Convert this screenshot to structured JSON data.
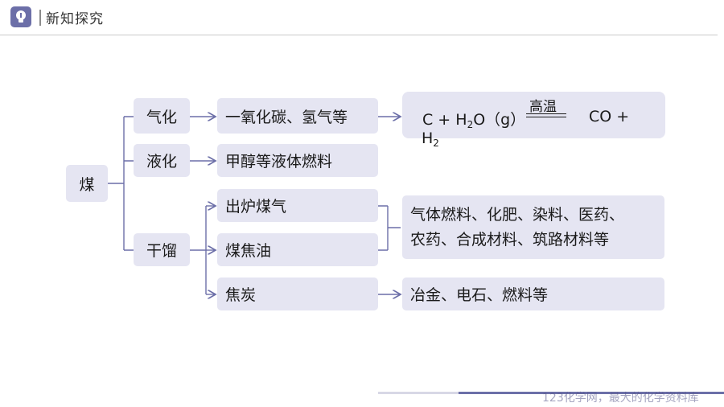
{
  "header": {
    "title": "新知探究",
    "icon": "lightbulb-icon"
  },
  "root": "煤",
  "level1": {
    "gasify": "气化",
    "liquefy": "液化",
    "dry": "干馏"
  },
  "level2": {
    "co_h2": "一氧化碳、氢气等",
    "methanol": "甲醇等液体燃料",
    "coal_gas": "出炉煤气",
    "coal_tar": "煤焦油",
    "coke": "焦炭"
  },
  "level3": {
    "uses_line1": "气体燃料、化肥、染料、医药、",
    "uses_line2": "农药、合成材料、筑路材料等",
    "coke_uses": "冶金、电石、燃料等"
  },
  "formula": {
    "c_plus": "C + H",
    "sub2": "2",
    "o_g": "O（g）",
    "condition": "高温",
    "rhs": "CO +",
    "h": "H",
    "h_sub": "2"
  },
  "footer": {
    "watermark": "123化学网，最大的化学资料库"
  },
  "colors": {
    "accent": "#6c6fa8",
    "box": "#e5e5f2",
    "line": "#6c6fa8"
  }
}
